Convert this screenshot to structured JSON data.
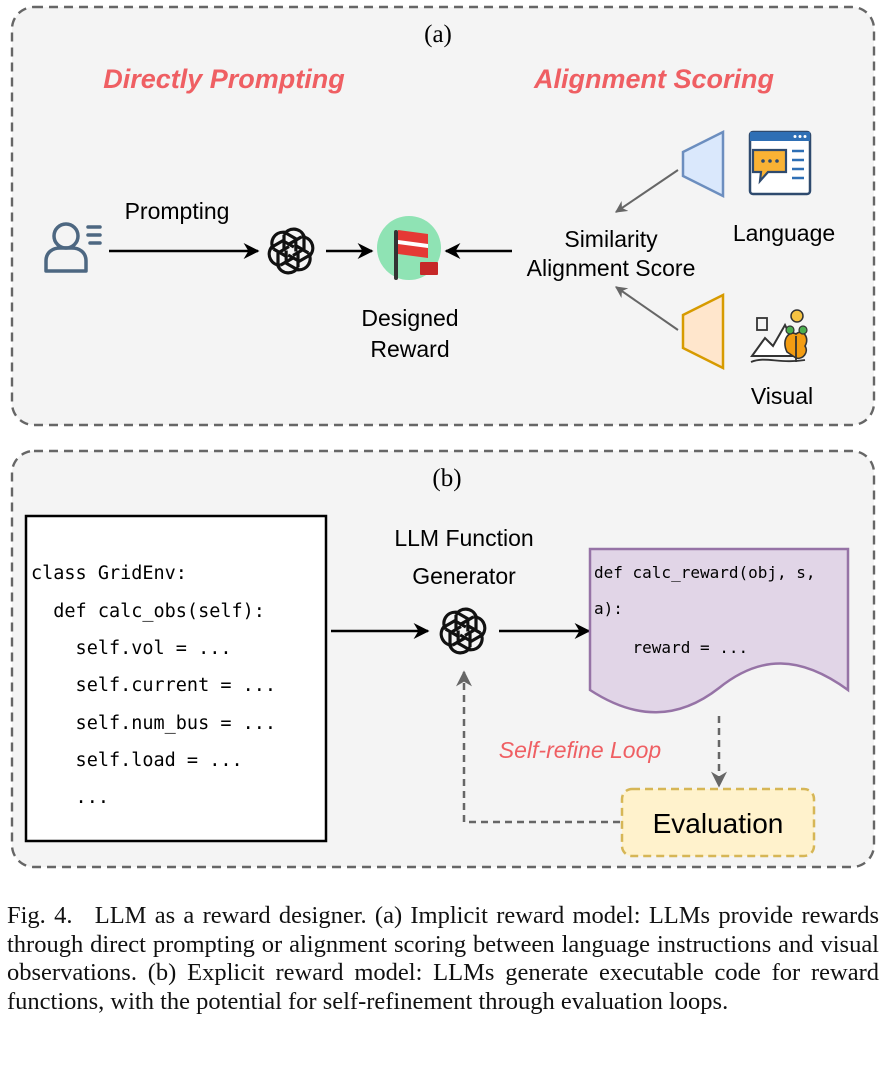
{
  "panel_a": {
    "label": "(a)",
    "heading_left": "Directly Prompting",
    "heading_right": "Alignment Scoring",
    "prompting_label": "Prompting",
    "designed_reward": [
      "Designed",
      "Reward"
    ],
    "similarity": [
      "Similarity",
      "Alignment Score"
    ],
    "language_label": "Language",
    "visual_label": "Visual",
    "icons": [
      "user-icon",
      "openai-logo-icon",
      "reward-flag-icon",
      "language-document-icon",
      "visual-scene-icon"
    ]
  },
  "panel_b": {
    "label": "(b)",
    "generator_label": [
      "LLM Function",
      "Generator"
    ],
    "env_code": [
      "class GridEnv:",
      "  def calc_obs(self):",
      "    self.vol = ...",
      "    self.current = ...",
      "    self.num_bus = ...",
      "    self.load = ...",
      "    ..."
    ],
    "reward_code": [
      "def calc_reward(obj, s,",
      "a):",
      "    reward = ..."
    ],
    "loop_label": "Self-refine Loop",
    "evaluation_label": "Evaluation"
  },
  "colors": {
    "heading_red": "#ef5f63",
    "panel_bg": "#f4f4f4",
    "language_encoder_fill": "#dae8fc",
    "language_encoder_stroke": "#6c8ebf",
    "visual_encoder_fill": "#ffe6cc",
    "visual_encoder_stroke": "#d79b00",
    "reward_doc_fill": "#e1d5e7",
    "reward_doc_stroke": "#9673a6",
    "evaluation_fill": "#fff2cc",
    "evaluation_stroke": "#d6b656"
  },
  "caption": {
    "fig_label": "Fig. 4.",
    "text": "LLM as a reward designer. (a) Implicit reward model: LLMs provide rewards through direct prompting or alignment scoring between language instructions and visual observations. (b) Explicit reward model: LLMs generate executable code for reward functions, with the potential for self-refinement through evaluation loops."
  }
}
